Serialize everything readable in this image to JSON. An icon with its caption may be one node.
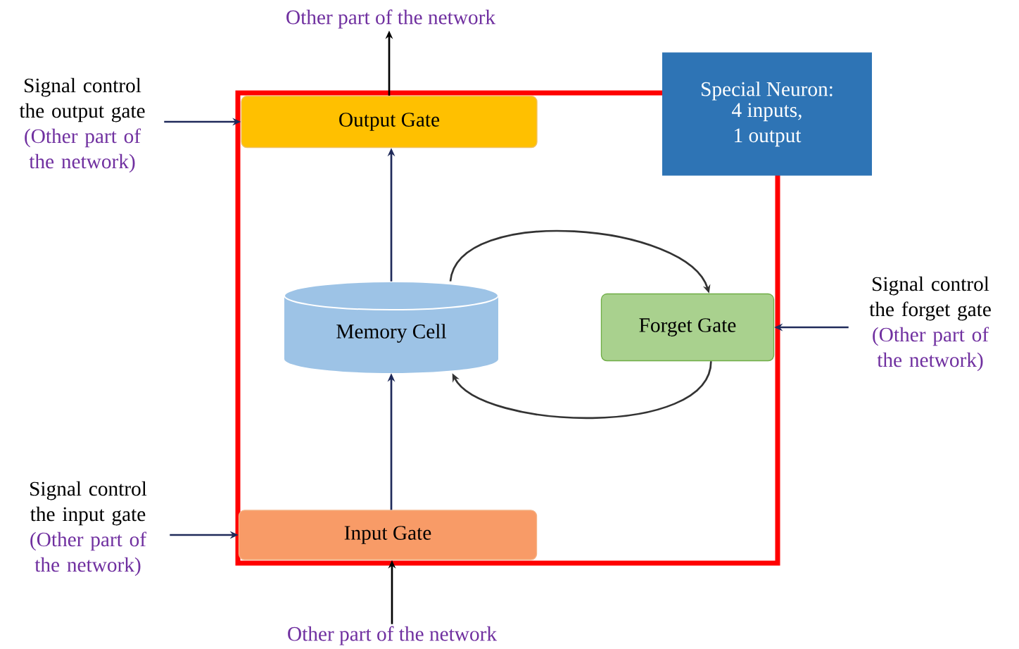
{
  "diagram": {
    "nodes": [
      {
        "text": [],
        "shape": "box"
      },
      {
        "text": [
          "Special Neuron:",
          "4 inputs, 1 output"
        ]
      },
      {
        "text": [
          "Output Gate"
        ],
        "in": 0
      },
      {
        "text": [
          "Memory Cell"
        ],
        "in": 0
      },
      {
        "text": [
          "Forget Gate"
        ],
        "in": 0
      },
      {
        "text": [
          "Input Gate"
        ],
        "in": 0
      },
      {
        "text": [
          "Other part of the network"
        ]
      },
      {
        "text": [
          "Signal control the output gate",
          "(Other part of the network)"
        ]
      },
      {
        "text": [
          "Signal control the forget gate",
          "(Other part of the network)"
        ]
      },
      {
        "text": [
          "Signal control the input gate",
          "(Other part of the network)"
        ]
      },
      {
        "text": [
          "Other part of the network"
        ]
      }
    ],
    "edges": [
      {
        "from": 2,
        "to": 6,
        "arrow": "to",
        "color": "#000000"
      },
      {
        "from": 7,
        "to": 2,
        "arrow": "to"
      },
      {
        "from": 3,
        "to": 2,
        "arrow": "to"
      },
      {
        "from": 3,
        "to": 4,
        "arrow": "to",
        "color": "#333333"
      },
      {
        "from": 4,
        "to": 3,
        "arrow": "to",
        "color": "#333333"
      },
      {
        "from": 8,
        "to": 4,
        "arrow": "to"
      },
      {
        "from": 5,
        "to": 3,
        "arrow": "to"
      },
      {
        "from": 9,
        "to": 5,
        "arrow": "to"
      },
      {
        "from": 10,
        "to": 5,
        "arrow": "to",
        "color": "#000000"
      }
    ]
  }
}
